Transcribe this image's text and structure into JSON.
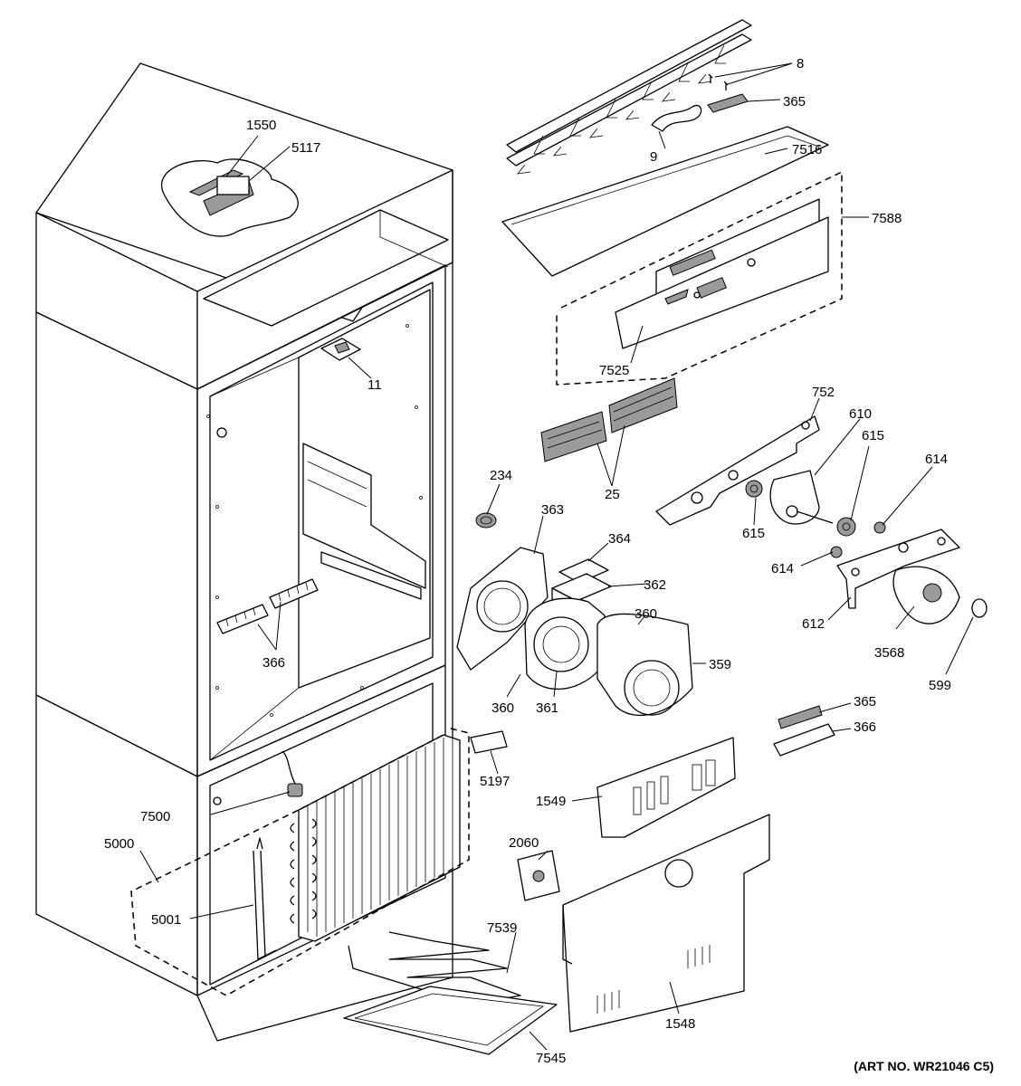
{
  "art_number": "(ART NO. WR21046 C5)",
  "callouts": [
    {
      "id": "c8",
      "text": "8"
    },
    {
      "id": "c365a",
      "text": "365"
    },
    {
      "id": "c9",
      "text": "9"
    },
    {
      "id": "c7516",
      "text": "7516"
    },
    {
      "id": "c7588",
      "text": "7588"
    },
    {
      "id": "c7525",
      "text": "7525"
    },
    {
      "id": "c1550",
      "text": "1550"
    },
    {
      "id": "c5117",
      "text": "5117"
    },
    {
      "id": "c11",
      "text": "11"
    },
    {
      "id": "c752",
      "text": "752"
    },
    {
      "id": "c610",
      "text": "610"
    },
    {
      "id": "c615a",
      "text": "615"
    },
    {
      "id": "c614a",
      "text": "614"
    },
    {
      "id": "c234",
      "text": "234"
    },
    {
      "id": "c25",
      "text": "25"
    },
    {
      "id": "c615b",
      "text": "615"
    },
    {
      "id": "c363",
      "text": "363"
    },
    {
      "id": "c364",
      "text": "364"
    },
    {
      "id": "c362",
      "text": "362"
    },
    {
      "id": "c614b",
      "text": "614"
    },
    {
      "id": "c360a",
      "text": "360"
    },
    {
      "id": "c612",
      "text": "612"
    },
    {
      "id": "c3568",
      "text": "3568"
    },
    {
      "id": "c599",
      "text": "599"
    },
    {
      "id": "c359",
      "text": "359"
    },
    {
      "id": "c366a",
      "text": "366"
    },
    {
      "id": "c360b",
      "text": "360"
    },
    {
      "id": "c361",
      "text": "361"
    },
    {
      "id": "c365b",
      "text": "365"
    },
    {
      "id": "c366b",
      "text": "366"
    },
    {
      "id": "c5197",
      "text": "5197"
    },
    {
      "id": "c1549",
      "text": "1549"
    },
    {
      "id": "c7500",
      "text": "7500"
    },
    {
      "id": "c5000",
      "text": "5000"
    },
    {
      "id": "c2060",
      "text": "2060"
    },
    {
      "id": "c5001",
      "text": "5001"
    },
    {
      "id": "c7539",
      "text": "7539"
    },
    {
      "id": "c1548",
      "text": "1548"
    },
    {
      "id": "c7545",
      "text": "7545"
    }
  ]
}
